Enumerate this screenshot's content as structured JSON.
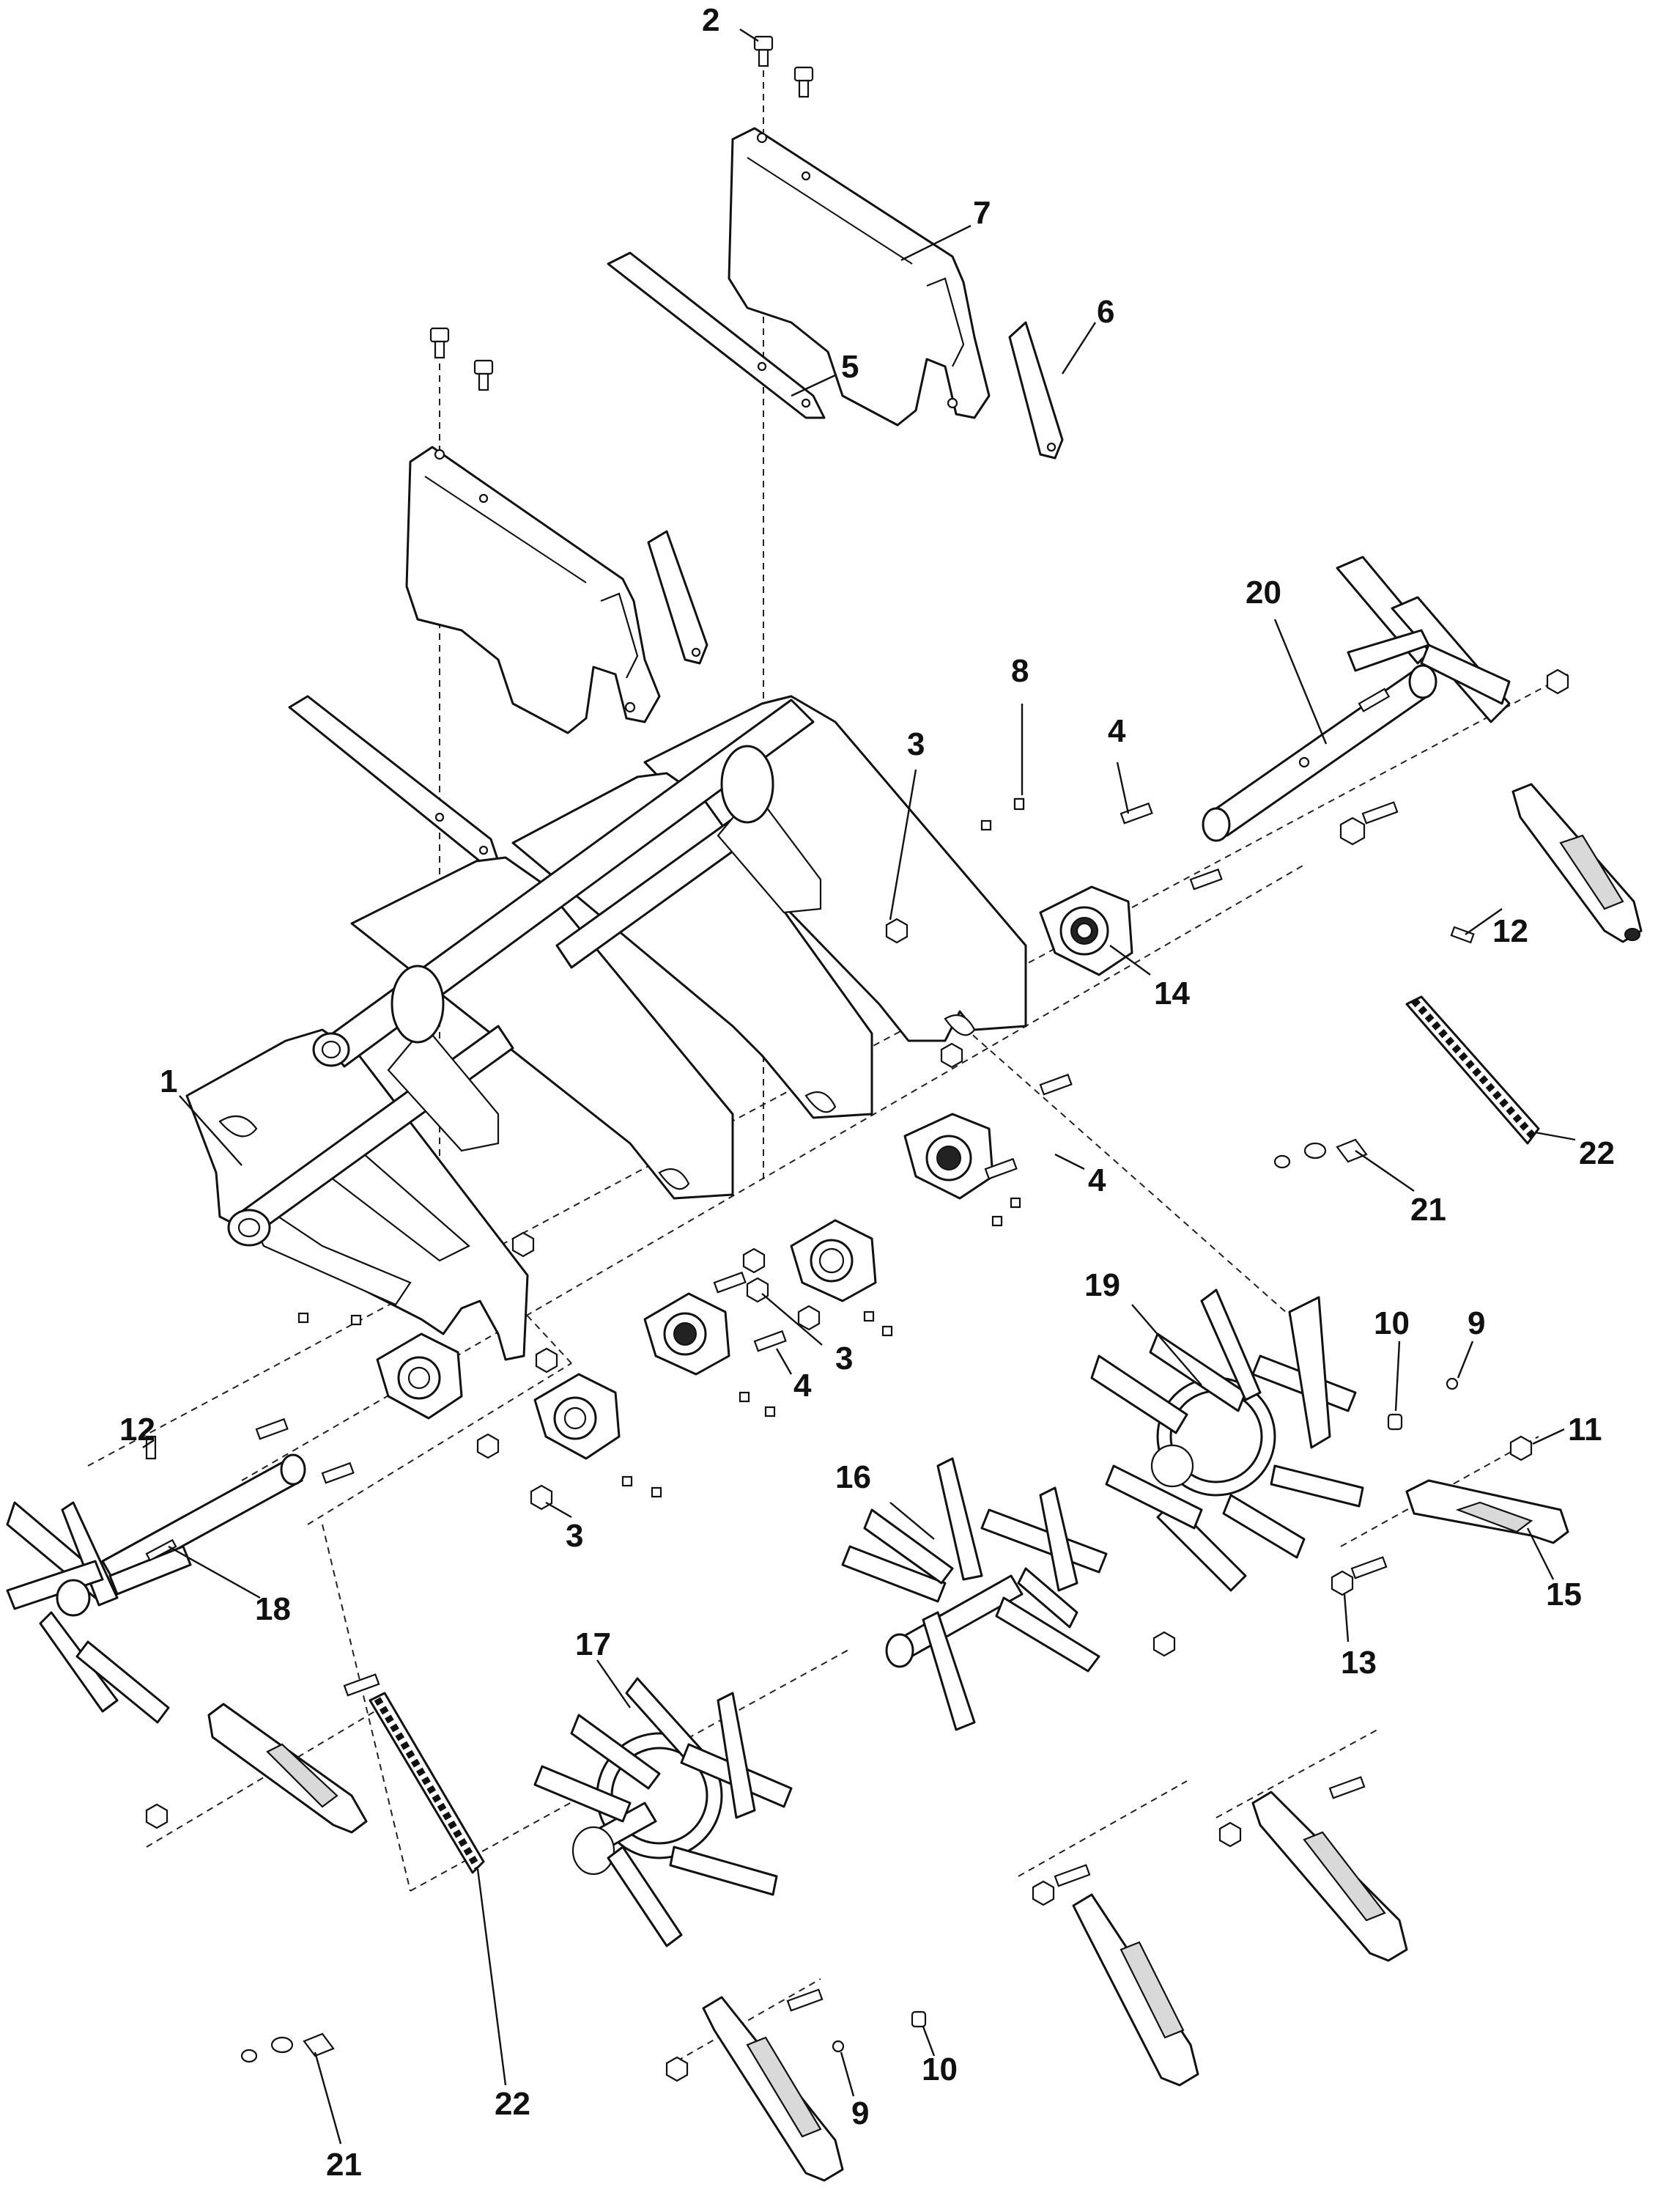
{
  "callouts": {
    "c1": "1",
    "c2": "2",
    "c3a": "3",
    "c3b": "3",
    "c3c": "3",
    "c4a": "4",
    "c4b": "4",
    "c4c": "4",
    "c5": "5",
    "c6": "6",
    "c7": "7",
    "c8": "8",
    "c9a": "9",
    "c9b": "9",
    "c10a": "10",
    "c10b": "10",
    "c11": "11",
    "c12a": "12",
    "c12b": "12",
    "c13": "13",
    "c14": "14",
    "c15": "15",
    "c16": "16",
    "c17": "17",
    "c18": "18",
    "c19": "19",
    "c20": "20",
    "c21a": "21",
    "c21b": "21",
    "c22a": "22",
    "c22b": "22"
  }
}
